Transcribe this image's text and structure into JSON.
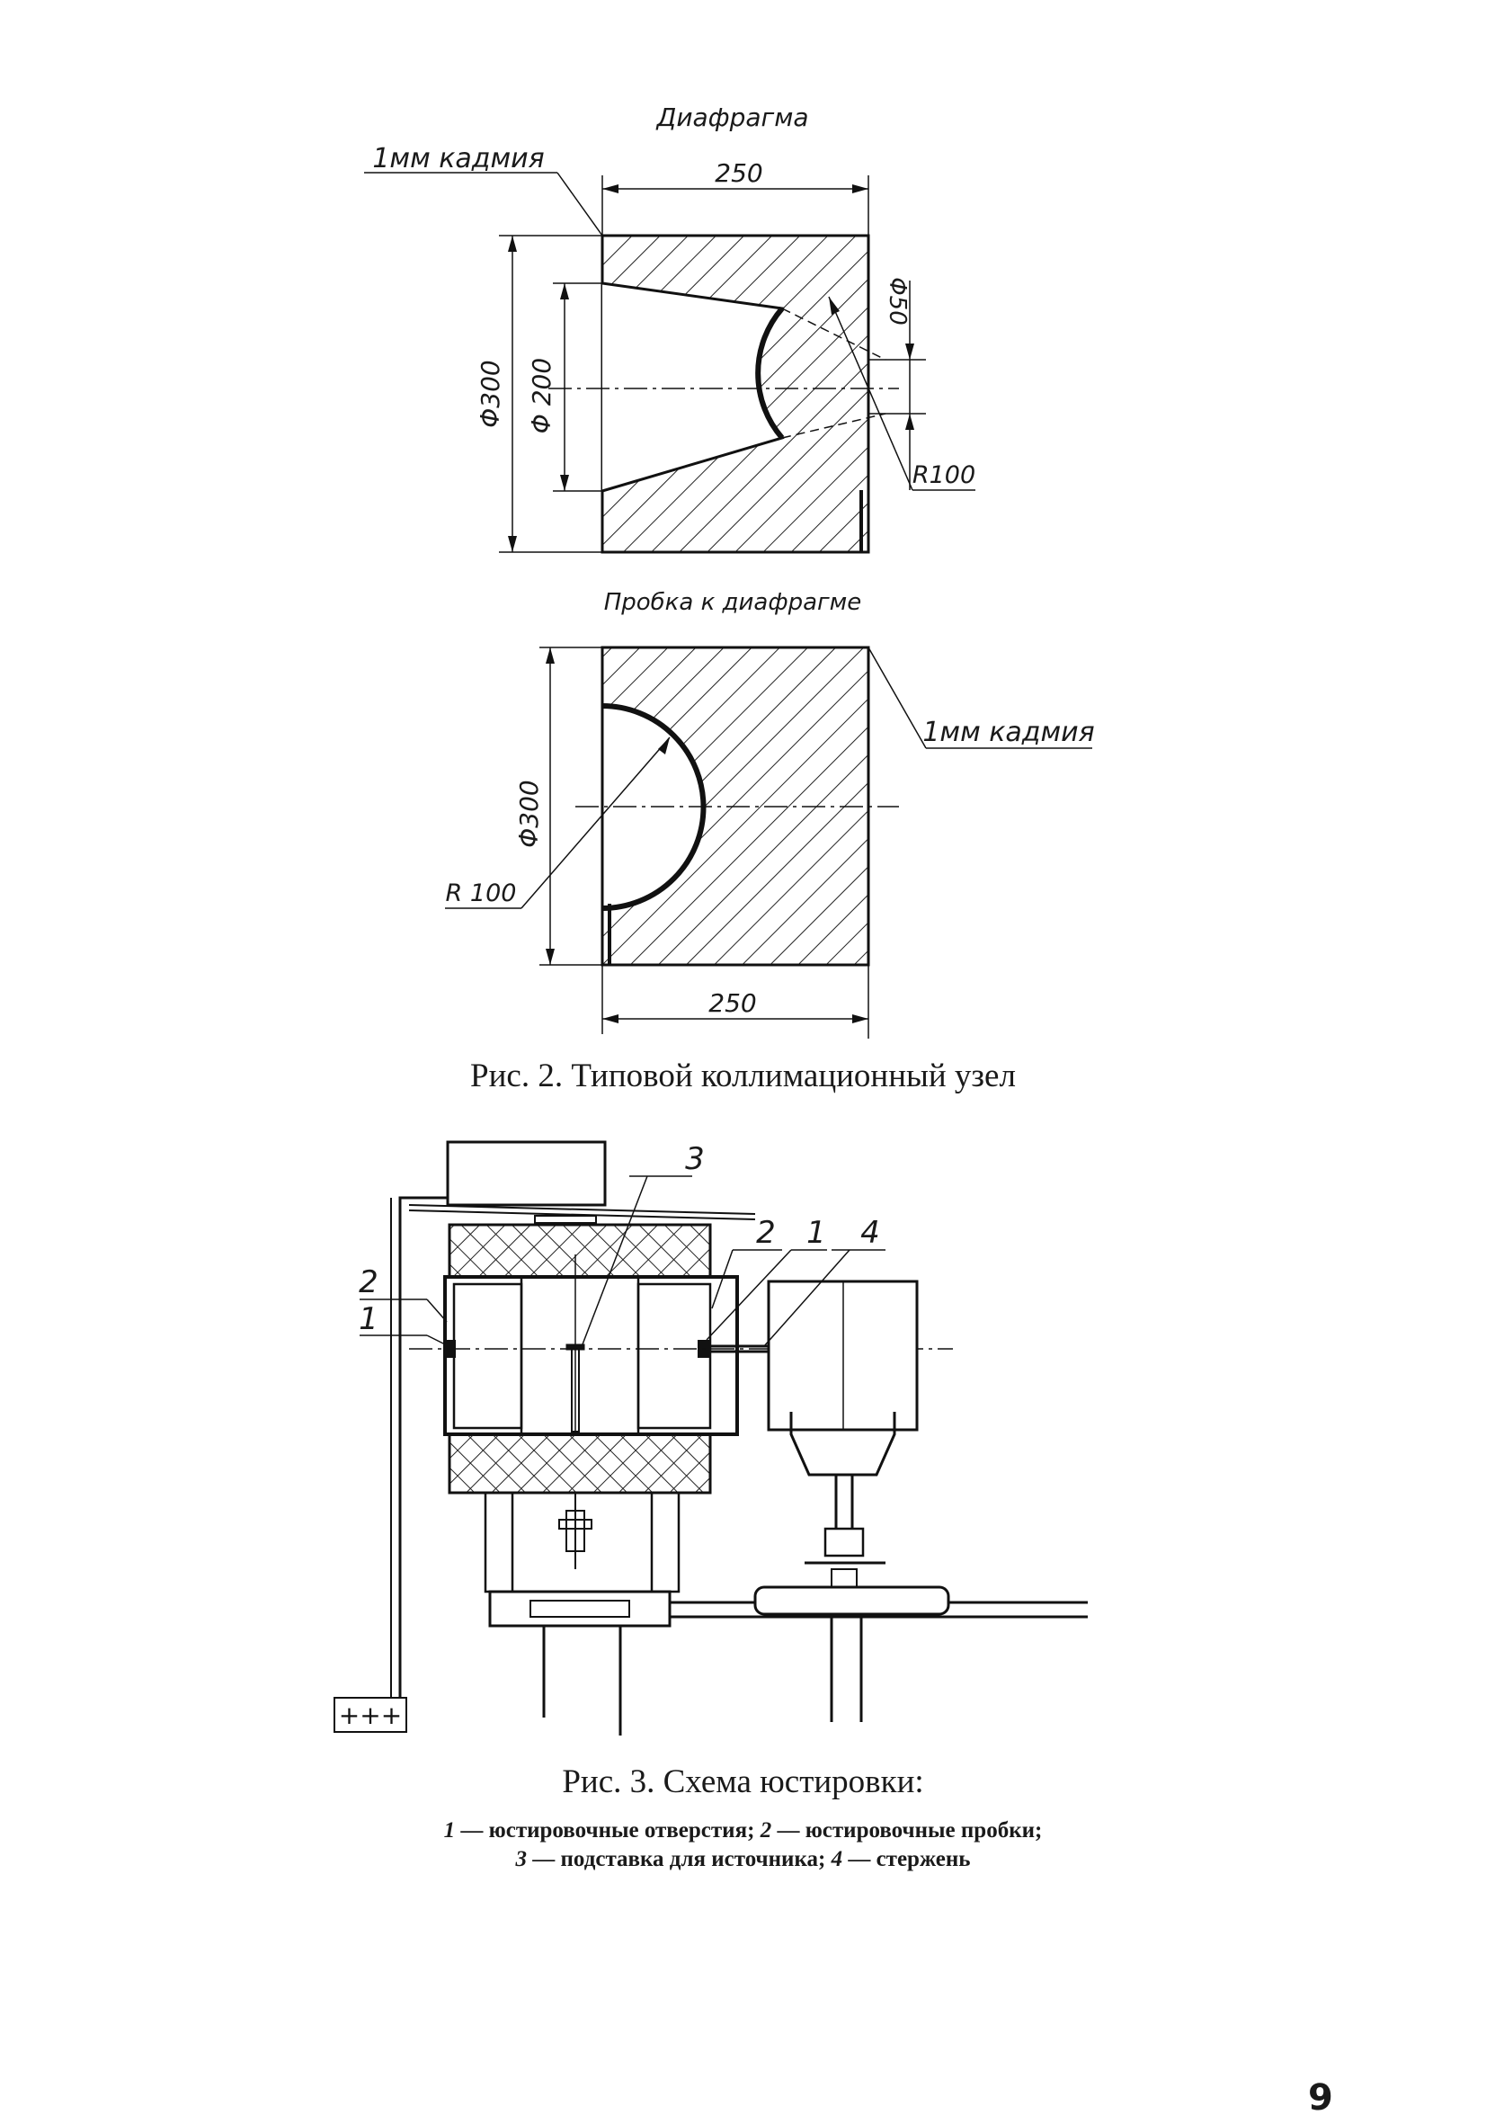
{
  "fig2": {
    "diaphragm_title": "Диафрагма",
    "cadmium_label_top": "1мм кадмия",
    "dim_width_top": "250",
    "dim_d300_top": "Φ300",
    "dim_d200": "Φ 200",
    "dim_d50": "Φ50",
    "dim_r100_top": "R100",
    "plug_title": "Пробка к диафрагме",
    "cadmium_label_bottom": "1мм кадмия",
    "dim_d300_bottom": "Φ300",
    "dim_r100_bottom": "R 100",
    "dim_width_bottom": "250",
    "caption": "Рис. 2. Типовой коллимационный узел"
  },
  "fig3": {
    "callout_1_left": "1",
    "callout_2_left": "2",
    "callout_3": "3",
    "callout_2_right": "2",
    "callout_1_right": "1",
    "callout_4": "4",
    "battery_label": "+++",
    "caption": "Рис. 3. Схема юстировки:",
    "legend": {
      "n1": "1",
      "t1": " — юстировочные отверстия; ",
      "n2": "2",
      "t2": " — юстировочные пробки;",
      "n3": "3",
      "t3": " — подставка для источника; ",
      "n4": "4",
      "t4": " — стержень"
    }
  },
  "page_number": "9"
}
